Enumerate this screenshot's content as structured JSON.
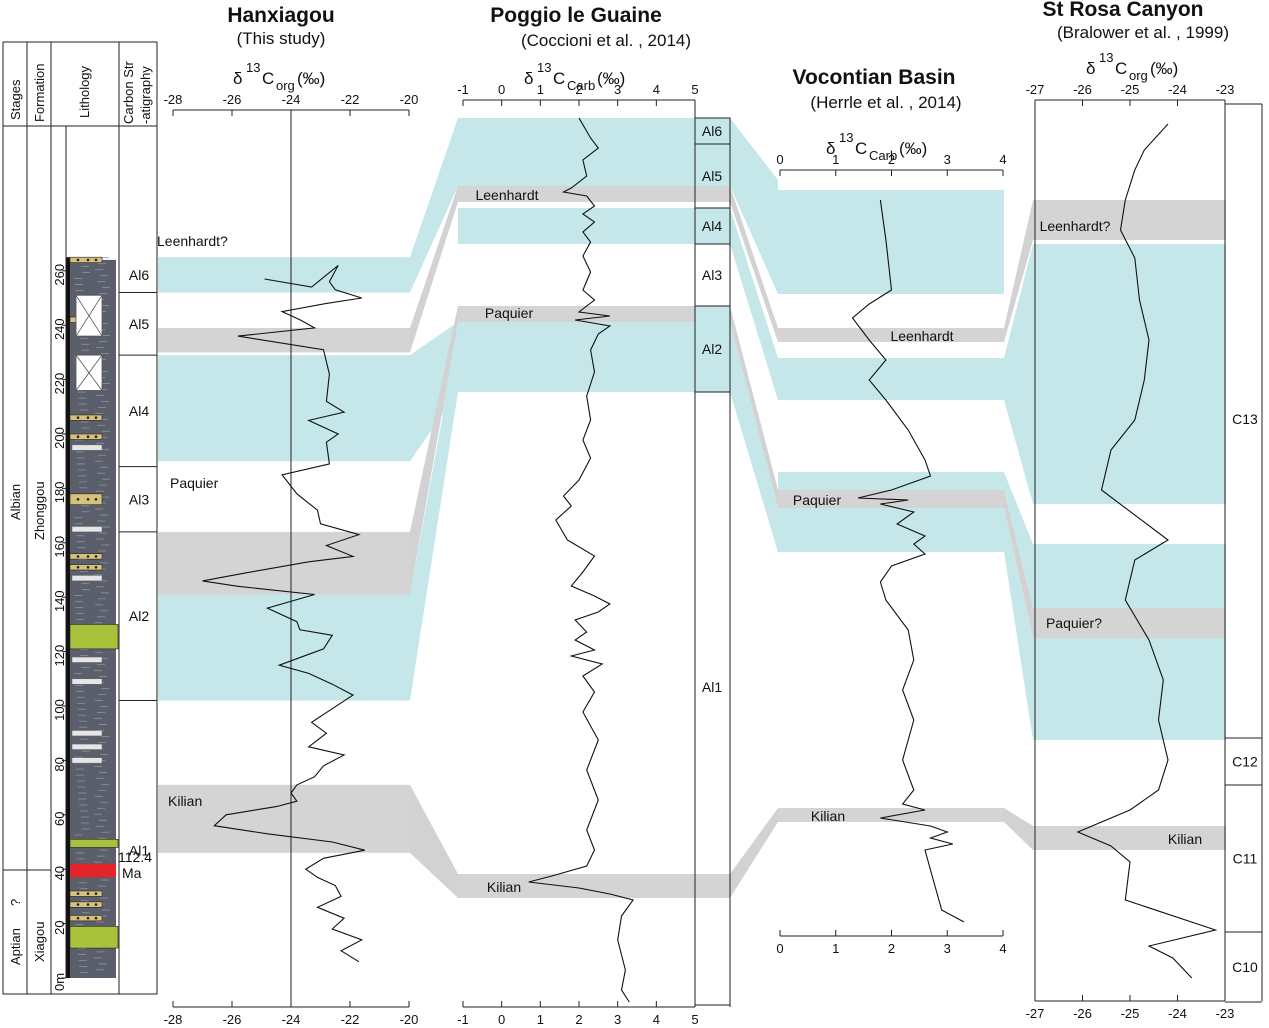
{
  "columns": {
    "stages": "Stages",
    "formation": "Formation",
    "lithology": "Lithology",
    "carbon_strat": [
      "Carbon Str",
      "-atigraphy"
    ]
  },
  "stages": [
    "Albian",
    "Aptian",
    "?"
  ],
  "formations": [
    "Zhonggou",
    "Xiagou"
  ],
  "depth_axis": {
    "ticks": [
      0,
      20,
      40,
      60,
      80,
      100,
      120,
      140,
      160,
      180,
      200,
      220,
      240,
      260
    ],
    "unit": "m"
  },
  "hanxiagou": {
    "title": "Hanxiagou",
    "ref": "(This study)",
    "axis_label": "δ13Corg(‰)",
    "xlim": [
      -28,
      -20
    ],
    "ticks": [
      -28,
      -26,
      -24,
      -22,
      -20
    ],
    "reference_value": -24,
    "carbon_zones": [
      {
        "label": "Al6",
        "top": 265,
        "bottom": 252
      },
      {
        "label": "Al5",
        "top": 252,
        "bottom": 229
      },
      {
        "label": "Al4",
        "top": 229,
        "bottom": 188
      },
      {
        "label": "Al3",
        "top": 188,
        "bottom": 164
      },
      {
        "label": "Al2",
        "top": 164,
        "bottom": 102
      },
      {
        "label": "Al1",
        "top": 102,
        "bottom": 0
      }
    ],
    "age_label": [
      "112.4",
      "Ma"
    ],
    "events": [
      {
        "label": "Leenhardt?",
        "type": "gray",
        "top": 239,
        "bottom": 230
      },
      {
        "label": "Paquier",
        "type": "gray",
        "top": 164,
        "bottom": 141
      },
      {
        "label": "Kilian",
        "type": "gray",
        "top": 71,
        "bottom": 46
      }
    ],
    "cyan_bands": [
      [
        265,
        252
      ],
      [
        229,
        190
      ],
      [
        141,
        102
      ]
    ],
    "curve": [
      [
        -24.9,
        257
      ],
      [
        -23.3,
        254
      ],
      [
        -22.4,
        262
      ],
      [
        -22.7,
        256
      ],
      [
        -22.5,
        253
      ],
      [
        -21.6,
        250
      ],
      [
        -22.8,
        248
      ],
      [
        -24.3,
        245
      ],
      [
        -23.7,
        242
      ],
      [
        -23.2,
        239
      ],
      [
        -25.8,
        236
      ],
      [
        -22.9,
        231
      ],
      [
        -22.7,
        222
      ],
      [
        -22.8,
        212
      ],
      [
        -22.2,
        208
      ],
      [
        -23.4,
        205
      ],
      [
        -22.4,
        200
      ],
      [
        -22.8,
        197
      ],
      [
        -22.7,
        189
      ],
      [
        -24.3,
        185
      ],
      [
        -23.8,
        178
      ],
      [
        -23.1,
        172
      ],
      [
        -23.0,
        167
      ],
      [
        -21.7,
        163
      ],
      [
        -22.8,
        159
      ],
      [
        -21.9,
        155
      ],
      [
        -23.4,
        153
      ],
      [
        -25.5,
        149
      ],
      [
        -27.0,
        146
      ],
      [
        -25.8,
        144
      ],
      [
        -23.2,
        141
      ],
      [
        -24.8,
        136
      ],
      [
        -23.8,
        131
      ],
      [
        -23.7,
        128
      ],
      [
        -22.6,
        126
      ],
      [
        -22.9,
        121
      ],
      [
        -23.4,
        119
      ],
      [
        -24.4,
        115
      ],
      [
        -23.4,
        112
      ],
      [
        -22.6,
        108
      ],
      [
        -21.9,
        104
      ],
      [
        -22.6,
        99
      ],
      [
        -23.3,
        94
      ],
      [
        -22.8,
        90
      ],
      [
        -23.4,
        85
      ],
      [
        -22.2,
        82
      ],
      [
        -22.9,
        78
      ],
      [
        -23.2,
        74
      ],
      [
        -23.8,
        71
      ],
      [
        -24.0,
        68
      ],
      [
        -23.8,
        65
      ],
      [
        -24.5,
        63
      ],
      [
        -26.2,
        60
      ],
      [
        -26.6,
        56
      ],
      [
        -24.8,
        53
      ],
      [
        -22.6,
        50
      ],
      [
        -21.5,
        47
      ],
      [
        -22.9,
        44
      ],
      [
        -23.5,
        40
      ],
      [
        -23.1,
        37
      ],
      [
        -22.5,
        34
      ],
      [
        -22.3,
        30
      ],
      [
        -23.1,
        26
      ],
      [
        -22.2,
        22
      ],
      [
        -22.6,
        18
      ],
      [
        -21.6,
        14
      ],
      [
        -22.3,
        10
      ],
      [
        -21.7,
        6
      ]
    ]
  },
  "poggio": {
    "title": "Poggio le Guaine",
    "ref": "(Coccioni et al. , 2014)",
    "axis_label": "δ13CCarb(‰)",
    "xlim": [
      -1,
      5
    ],
    "ticks": [
      -1,
      0,
      1,
      2,
      3,
      4,
      5
    ],
    "zones": [
      {
        "label": "Al6",
        "top": 118,
        "bottom": 144
      },
      {
        "label": "Al5",
        "top": 144,
        "bottom": 208
      },
      {
        "label": "Al4",
        "top": 208,
        "bottom": 244
      },
      {
        "label": "Al3",
        "top": 244,
        "bottom": 306
      },
      {
        "label": "Al2",
        "top": 306,
        "bottom": 392
      },
      {
        "label": "Al1",
        "top": 392,
        "bottom": 1005
      }
    ],
    "events": [
      {
        "label": "Leenhardt",
        "top": 186,
        "bottom": 202
      },
      {
        "label": "Paquier",
        "top": 306,
        "bottom": 322
      },
      {
        "label": "Kilian",
        "top": 874,
        "bottom": 898
      }
    ],
    "cyan_bands": [
      [
        118,
        186
      ],
      [
        208,
        244
      ],
      [
        322,
        392
      ]
    ],
    "curve": [
      [
        2.0,
        118
      ],
      [
        2.3,
        138
      ],
      [
        2.5,
        148
      ],
      [
        2.1,
        160
      ],
      [
        2.2,
        176
      ],
      [
        1.8,
        188
      ],
      [
        1.6,
        192
      ],
      [
        2.2,
        196
      ],
      [
        2.4,
        206
      ],
      [
        2.1,
        214
      ],
      [
        2.4,
        222
      ],
      [
        2.1,
        232
      ],
      [
        2.3,
        242
      ],
      [
        2.1,
        256
      ],
      [
        2.3,
        272
      ],
      [
        2.1,
        290
      ],
      [
        2.4,
        300
      ],
      [
        2.0,
        312
      ],
      [
        2.8,
        316
      ],
      [
        1.9,
        320
      ],
      [
        2.8,
        326
      ],
      [
        2.5,
        334
      ],
      [
        2.3,
        350
      ],
      [
        2.4,
        372
      ],
      [
        2.2,
        396
      ],
      [
        2.3,
        420
      ],
      [
        2.1,
        440
      ],
      [
        2.3,
        458
      ],
      [
        2.0,
        480
      ],
      [
        1.6,
        496
      ],
      [
        1.8,
        506
      ],
      [
        1.4,
        520
      ],
      [
        1.7,
        540
      ],
      [
        2.4,
        556
      ],
      [
        2.1,
        572
      ],
      [
        1.8,
        586
      ],
      [
        2.4,
        596
      ],
      [
        2.8,
        604
      ],
      [
        2.5,
        612
      ],
      [
        1.9,
        620
      ],
      [
        2.2,
        632
      ],
      [
        1.9,
        640
      ],
      [
        2.4,
        650
      ],
      [
        1.8,
        656
      ],
      [
        2.6,
        664
      ],
      [
        2.1,
        676
      ],
      [
        2.4,
        692
      ],
      [
        2.1,
        712
      ],
      [
        2.5,
        740
      ],
      [
        2.2,
        770
      ],
      [
        2.5,
        800
      ],
      [
        2.2,
        830
      ],
      [
        2.4,
        850
      ],
      [
        2.2,
        866
      ],
      [
        1.3,
        876
      ],
      [
        0.7,
        882
      ],
      [
        2.0,
        888
      ],
      [
        2.8,
        894
      ],
      [
        3.4,
        900
      ],
      [
        3.1,
        916
      ],
      [
        3.0,
        940
      ],
      [
        3.2,
        970
      ],
      [
        3.1,
        990
      ],
      [
        3.3,
        1002
      ]
    ]
  },
  "vocontian": {
    "title": "Vocontian Basin",
    "ref": "(Herrle et al. , 2014)",
    "axis_label": "δ13CCarb(‰)",
    "xlim": [
      0,
      4
    ],
    "ticks": [
      0,
      1,
      2,
      3,
      4
    ],
    "events": [
      {
        "label": "Leenhardt",
        "top": 328,
        "bottom": 342
      },
      {
        "label": "Paquier",
        "top": 490,
        "bottom": 508
      },
      {
        "label": "Kilian",
        "top": 808,
        "bottom": 822
      }
    ],
    "cyan_bands": [
      [
        190,
        294
      ],
      [
        358,
        400
      ],
      [
        472,
        490
      ],
      [
        508,
        552
      ]
    ],
    "curve": [
      [
        1.8,
        200
      ],
      [
        1.9,
        240
      ],
      [
        2.0,
        290
      ],
      [
        1.6,
        304
      ],
      [
        1.3,
        318
      ],
      [
        1.6,
        340
      ],
      [
        1.9,
        360
      ],
      [
        1.6,
        380
      ],
      [
        1.9,
        400
      ],
      [
        2.3,
        430
      ],
      [
        2.6,
        460
      ],
      [
        2.7,
        476
      ],
      [
        2.0,
        490
      ],
      [
        1.4,
        498
      ],
      [
        2.3,
        500
      ],
      [
        1.8,
        504
      ],
      [
        2.4,
        512
      ],
      [
        2.1,
        524
      ],
      [
        2.6,
        536
      ],
      [
        2.4,
        544
      ],
      [
        2.6,
        554
      ],
      [
        2.0,
        566
      ],
      [
        1.8,
        582
      ],
      [
        1.9,
        600
      ],
      [
        2.3,
        630
      ],
      [
        2.4,
        660
      ],
      [
        2.2,
        690
      ],
      [
        2.4,
        720
      ],
      [
        2.2,
        760
      ],
      [
        2.4,
        790
      ],
      [
        2.2,
        804
      ],
      [
        2.6,
        810
      ],
      [
        1.8,
        818
      ],
      [
        2.7,
        826
      ],
      [
        3.0,
        832
      ],
      [
        2.7,
        838
      ],
      [
        3.1,
        844
      ],
      [
        2.6,
        850
      ],
      [
        2.7,
        870
      ],
      [
        2.8,
        890
      ],
      [
        2.9,
        910
      ],
      [
        3.3,
        922
      ]
    ]
  },
  "strosa": {
    "title": "St Rosa Canyon",
    "ref": "(Bralower et al. , 1999)",
    "axis_label": "δ13Corg(‰)",
    "xlim": [
      -27,
      -23
    ],
    "ticks": [
      -27,
      -26,
      -25,
      -24,
      -23
    ],
    "zones": [
      {
        "label": "C13",
        "top": 104,
        "bottom": 738
      },
      {
        "label": "C12",
        "top": 738,
        "bottom": 785
      },
      {
        "label": "C11",
        "top": 785,
        "bottom": 932
      },
      {
        "label": "C10",
        "top": 932,
        "bottom": 1002
      }
    ],
    "events": [
      {
        "label": "Leenhardt?",
        "top": 200,
        "bottom": 240
      },
      {
        "label": "Paquier?",
        "top": 608,
        "bottom": 638
      },
      {
        "label": "Kilian",
        "top": 826,
        "bottom": 850
      }
    ],
    "cyan_bands": [
      [
        244,
        504
      ],
      [
        544,
        608
      ],
      [
        638,
        740
      ]
    ],
    "curve": [
      [
        -24.2,
        124
      ],
      [
        -24.7,
        150
      ],
      [
        -24.9,
        170
      ],
      [
        -25.1,
        200
      ],
      [
        -25.2,
        230
      ],
      [
        -24.9,
        258
      ],
      [
        -24.8,
        300
      ],
      [
        -24.6,
        340
      ],
      [
        -24.7,
        380
      ],
      [
        -24.9,
        420
      ],
      [
        -25.4,
        450
      ],
      [
        -25.6,
        490
      ],
      [
        -24.2,
        540
      ],
      [
        -24.9,
        560
      ],
      [
        -25.1,
        600
      ],
      [
        -24.6,
        640
      ],
      [
        -24.3,
        680
      ],
      [
        -24.4,
        720
      ],
      [
        -24.2,
        760
      ],
      [
        -24.4,
        790
      ],
      [
        -25.0,
        810
      ],
      [
        -26.1,
        832
      ],
      [
        -25.4,
        846
      ],
      [
        -25.0,
        862
      ],
      [
        -25.1,
        900
      ],
      [
        -23.2,
        930
      ],
      [
        -24.6,
        946
      ],
      [
        -24.1,
        958
      ],
      [
        -23.7,
        978
      ]
    ]
  }
}
